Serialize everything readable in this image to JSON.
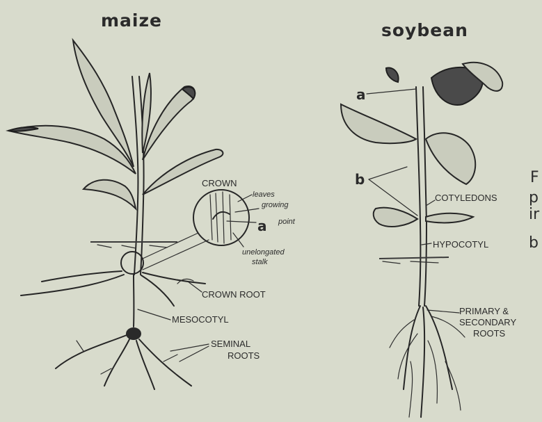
{
  "titles": {
    "maize": "maize",
    "soybean": "soybean"
  },
  "maize_labels": {
    "crown": "CROWN",
    "leaves": "leaves",
    "growing": "growing",
    "point": "point",
    "a": "a",
    "unelongated": "unelongated",
    "stalk": "stalk",
    "crown_root": "CROWN ROOT",
    "mesocotyl": "MESOCOTYL",
    "seminal": "SEMINAL",
    "roots": "ROOTS"
  },
  "soy_labels": {
    "a": "a",
    "b": "b",
    "cotyledons": "COTYLEDONS",
    "hypocotyl": "HYPOCOTYL",
    "primary": "PRIMARY &",
    "secondary": "SECONDARY",
    "roots": "ROOTS"
  },
  "side_text": [
    "F",
    "p",
    "ir",
    "b"
  ]
}
